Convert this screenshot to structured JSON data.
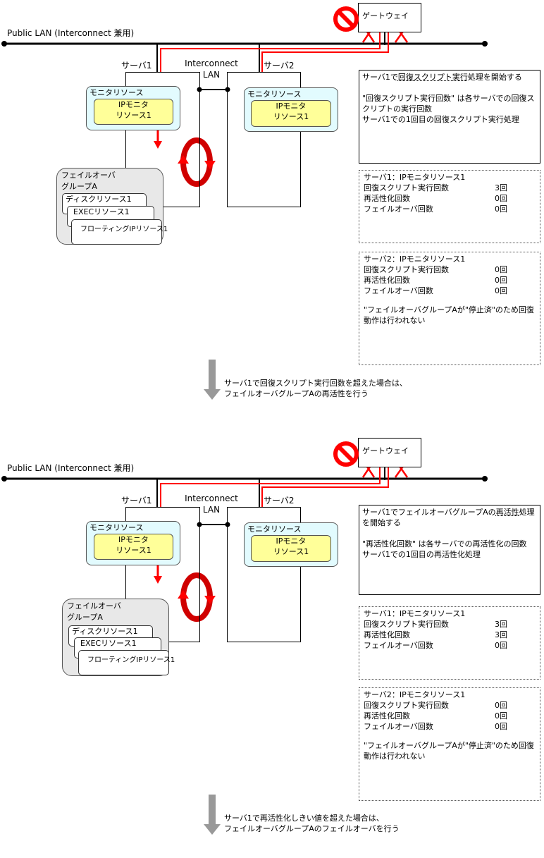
{
  "colors": {
    "line": "#000000",
    "red": "#ff0000",
    "monitor_bg": "#e2fbfe",
    "ip_monitor_bg": "#ffff99",
    "group_bg": "#e8e8e8",
    "step_arrow": "#999999"
  },
  "panels": [
    {
      "public_lan_label": "Public LAN (Interconnect 兼用)",
      "gateway_label": "ゲートウェイ",
      "gateway_icon": "prohibited-icon",
      "server1_label": "サーバ1",
      "server2_label": "サーバ2",
      "interconnect_label": [
        "Interconnect",
        "LAN"
      ],
      "monitor_title": "モニタリソース",
      "ip_monitor_label": [
        "IPモニタ",
        "リソース1"
      ],
      "group_title": [
        "フェイルオーバ",
        "グループA"
      ],
      "resources": [
        "ディスクリソース1",
        "EXECリソース1",
        "フローティングIPリソース1"
      ],
      "note": {
        "prefix": "サーバ1で",
        "underlined": "回復スクリプト実行",
        "suffix": "処理を開始する",
        "lines": [
          "\"回復スクリプト実行回数\" は各サーバでの回復スクリプトの実行回数",
          "サーバ1での1回目の回復スクリプト実行処理"
        ]
      },
      "server1_counters": {
        "title": "サーバ1：IPモニタリソース1",
        "rows": [
          {
            "label": "回復スクリプト実行回数",
            "value": "3回"
          },
          {
            "label": "再活性化回数",
            "value": "0回"
          },
          {
            "label": "フェイルオーバ回数",
            "value": "0回"
          }
        ]
      },
      "server2_counters": {
        "title": "サーバ2：IPモニタリソース1",
        "rows": [
          {
            "label": "回復スクリプト実行回数",
            "value": "0回"
          },
          {
            "label": "再活性化回数",
            "value": "0回"
          },
          {
            "label": "フェイルオーバ回数",
            "value": "0回"
          }
        ],
        "footnote": "\"フェイルオーバグループAが\"停止済\"のため回復動作は行われない"
      },
      "step_text": [
        "サーバ1で回復スクリプト実行回数を超えた場合は、",
        "フェイルオーバグループAの再活性を行う"
      ]
    },
    {
      "public_lan_label": "Public LAN (Interconnect 兼用)",
      "gateway_label": "ゲートウェイ",
      "gateway_icon": "prohibited-icon",
      "server1_label": "サーバ1",
      "server2_label": "サーバ2",
      "interconnect_label": [
        "Interconnect",
        "LAN"
      ],
      "monitor_title": "モニタリソース",
      "ip_monitor_label": [
        "IPモニタ",
        "リソース1"
      ],
      "group_title": [
        "フェイルオーバ",
        "グループA"
      ],
      "resources": [
        "ディスクリソース1",
        "EXECリソース1",
        "フローティングIPリソース1"
      ],
      "note": {
        "prefix": "サーバ1でフェイルオーバグループAの",
        "underlined": "再活性",
        "suffix": "処理を開始する",
        "lines": [
          "\"再活性化回数\" は各サーバでの再活性化の回数",
          "サーバ1での1回目の再活性化処理"
        ]
      },
      "server1_counters": {
        "title": "サーバ1：IPモニタリソース1",
        "rows": [
          {
            "label": "回復スクリプト実行回数",
            "value": "3回"
          },
          {
            "label": "再活性化回数",
            "value": "3回"
          },
          {
            "label": "フェイルオーバ回数",
            "value": "0回"
          }
        ]
      },
      "server2_counters": {
        "title": "サーバ2：IPモニタリソース1",
        "rows": [
          {
            "label": "回復スクリプト実行回数",
            "value": "0回"
          },
          {
            "label": "再活性化回数",
            "value": "0回"
          },
          {
            "label": "フェイルオーバ回数",
            "value": "0回"
          }
        ],
        "footnote": "\"フェイルオーバグループAが\"停止済\"のため回復動作は行われない"
      },
      "step_text": [
        "サーバ1で再活性化しきい値を超えた場合は、",
        "フェイルオーバグループAのフェイルオーバを行う"
      ]
    }
  ]
}
